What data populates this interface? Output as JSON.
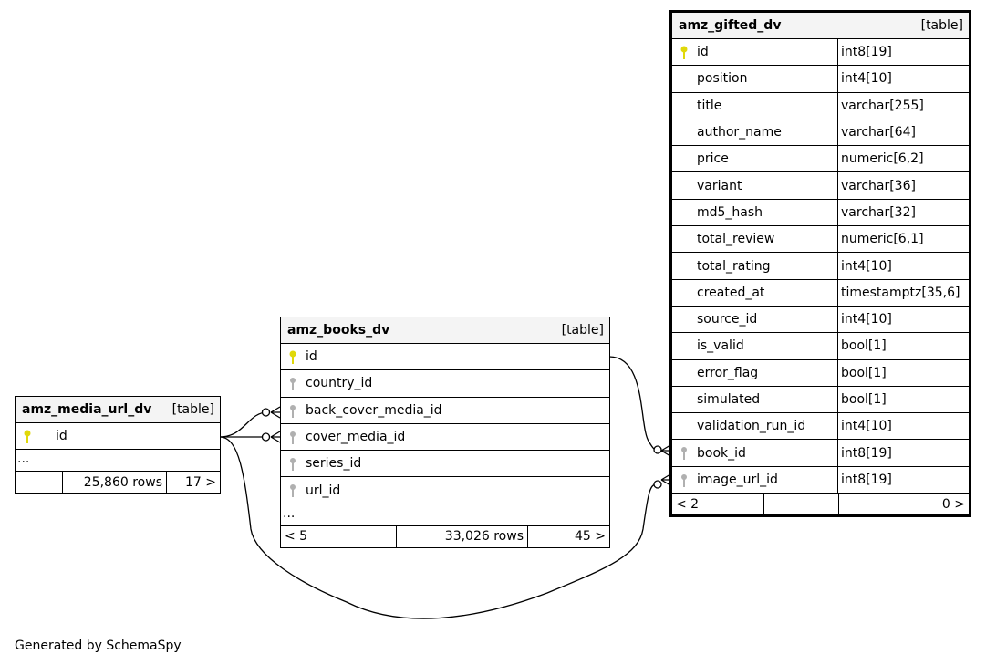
{
  "icons": {
    "primary_key": "key-icon-yellow",
    "foreign_key": "key-icon-gray"
  },
  "colors": {
    "header_bg": "#f4f4f4",
    "pk_key": "#e0d80a",
    "fk_key": "#b0b0b0"
  },
  "tables": {
    "media": {
      "name": "amz_media_url_dv",
      "type": "[table]",
      "columns": [
        "id"
      ],
      "more": "...",
      "footer": {
        "left": "",
        "rows": "25,860 rows",
        "right": "17 >"
      }
    },
    "books": {
      "name": "amz_books_dv",
      "type": "[table]",
      "columns": [
        "id",
        "country_id",
        "back_cover_media_id",
        "cover_media_id",
        "series_id",
        "url_id"
      ],
      "more": "...",
      "footer": {
        "left": "< 5",
        "rows": "33,026 rows",
        "right": "45 >"
      }
    },
    "gifted": {
      "name": "amz_gifted_dv",
      "type": "[table]",
      "columns": [
        {
          "name": "id",
          "type": "int8[19]"
        },
        {
          "name": "position",
          "type": "int4[10]"
        },
        {
          "name": "title",
          "type": "varchar[255]"
        },
        {
          "name": "author_name",
          "type": "varchar[64]"
        },
        {
          "name": "price",
          "type": "numeric[6,2]"
        },
        {
          "name": "variant",
          "type": "varchar[36]"
        },
        {
          "name": "md5_hash",
          "type": "varchar[32]"
        },
        {
          "name": "total_review",
          "type": "numeric[6,1]"
        },
        {
          "name": "total_rating",
          "type": "int4[10]"
        },
        {
          "name": "created_at",
          "type": "timestamptz[35,6]"
        },
        {
          "name": "source_id",
          "type": "int4[10]"
        },
        {
          "name": "is_valid",
          "type": "bool[1]"
        },
        {
          "name": "error_flag",
          "type": "bool[1]"
        },
        {
          "name": "simulated",
          "type": "bool[1]"
        },
        {
          "name": "validation_run_id",
          "type": "int4[10]"
        },
        {
          "name": "book_id",
          "type": "int8[19]"
        },
        {
          "name": "image_url_id",
          "type": "int8[19]"
        }
      ],
      "footer": {
        "left": "< 2",
        "mid": "",
        "right": "0 >"
      }
    }
  },
  "footer_text": "Generated by SchemaSpy"
}
